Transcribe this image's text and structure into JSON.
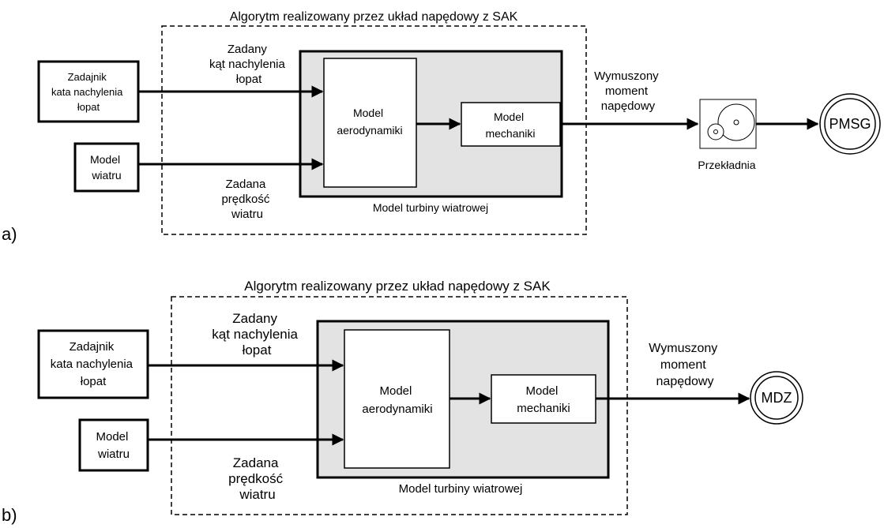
{
  "panel_a": {
    "letter": "a)",
    "algorithm_title": "Algorytm realizowany przez układ napędowy z SAK",
    "pitch_setter": [
      "Zadajnik",
      "kata nachylenia",
      "łopat"
    ],
    "wind_model": [
      "Model",
      "wiatru"
    ],
    "set_pitch_label": [
      "Zadany",
      "kąt nachylenia",
      "łopat"
    ],
    "set_wind_label": [
      "Zadana",
      "prędkość",
      "wiatru"
    ],
    "aero_model": [
      "Model",
      "aerodynamiki"
    ],
    "mech_model": [
      "Model",
      "mechaniki"
    ],
    "turbine_model_label": "Model turbiny wiatrowej",
    "torque_label": [
      "Wymuszony",
      "moment",
      "napędowy"
    ],
    "gearbox_label": "Przekładnia",
    "machine_label": "PMSG"
  },
  "panel_b": {
    "letter": "b)",
    "algorithm_title": "Algorytm realizowany przez układ napędowy z SAK",
    "pitch_setter": [
      "Zadajnik",
      "kata nachylenia",
      "łopat"
    ],
    "wind_model": [
      "Model",
      "wiatru"
    ],
    "set_pitch_label": [
      "Zadany",
      "kąt nachylenia",
      "łopat"
    ],
    "set_wind_label": [
      "Zadana",
      "prędkość",
      "wiatru"
    ],
    "aero_model": [
      "Model",
      "aerodynamiki"
    ],
    "mech_model": [
      "Model",
      "mechaniki"
    ],
    "turbine_model_label": "Model turbiny wiatrowej",
    "torque_label": [
      "Wymuszony",
      "moment",
      "napędowy"
    ],
    "machine_label": "MDZ"
  },
  "colors": {
    "turbine_fill": "#e3e3e3",
    "stroke": "#000000",
    "background": "#ffffff"
  }
}
